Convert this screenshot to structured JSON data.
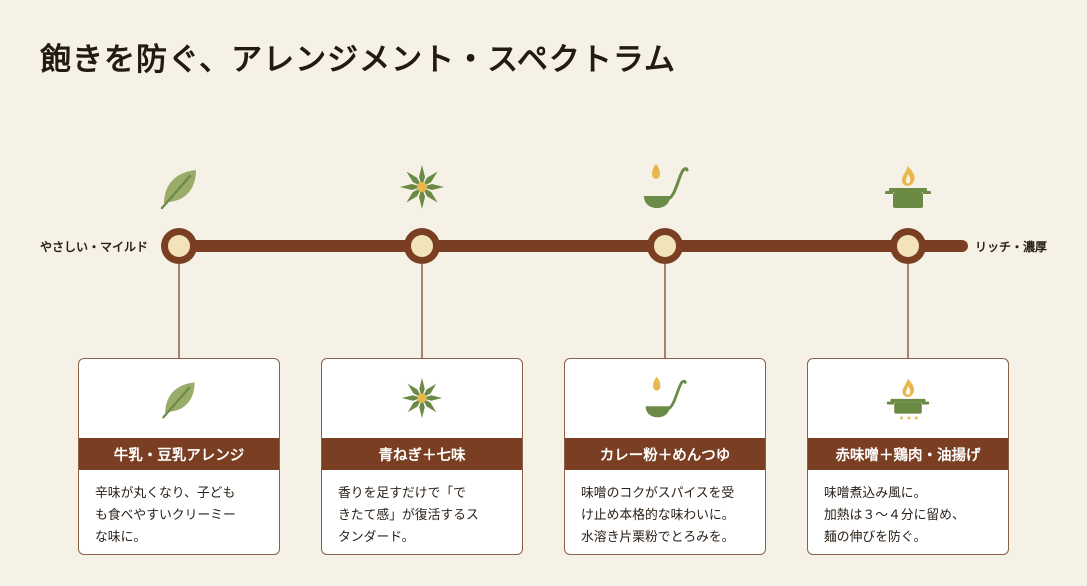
{
  "title": "飽きを防ぐ、アレンジメント・スペクトラム",
  "spectrum": {
    "left_label": "やさしい・マイルド",
    "right_label": "リッチ・濃厚"
  },
  "colors": {
    "background": "#f6f1e6",
    "track": "#7a3f22",
    "node_fill": "#f3e3bb",
    "icon_green": "#6a8a45",
    "icon_yellow": "#e8b84a",
    "band": "#7a3f22"
  },
  "stages": [
    {
      "icon": "leaf-icon",
      "name": "牛乳・豆乳アレンジ",
      "desc": [
        "辛味が丸くなり、子ども",
        "も食べやすいクリーミー",
        "な味に。"
      ]
    },
    {
      "icon": "star-anise-icon",
      "name": "青ねぎ＋七味",
      "desc": [
        "香りを足すだけで「で",
        "きたて感」が復活するス",
        "タンダード。"
      ]
    },
    {
      "icon": "ladle-icon",
      "name": "カレー粉＋めんつゆ",
      "desc": [
        "味噌のコクがスパイスを受",
        "け止め本格的な味わいに。",
        "水溶き片栗粉でとろみを。"
      ]
    },
    {
      "icon": "pot-flame-icon",
      "name": "赤味噌＋鶏肉・油揚げ",
      "desc": [
        "味噌煮込み風に。",
        "加熱は３〜４分に留め、",
        "麺の伸びを防ぐ。"
      ]
    }
  ]
}
